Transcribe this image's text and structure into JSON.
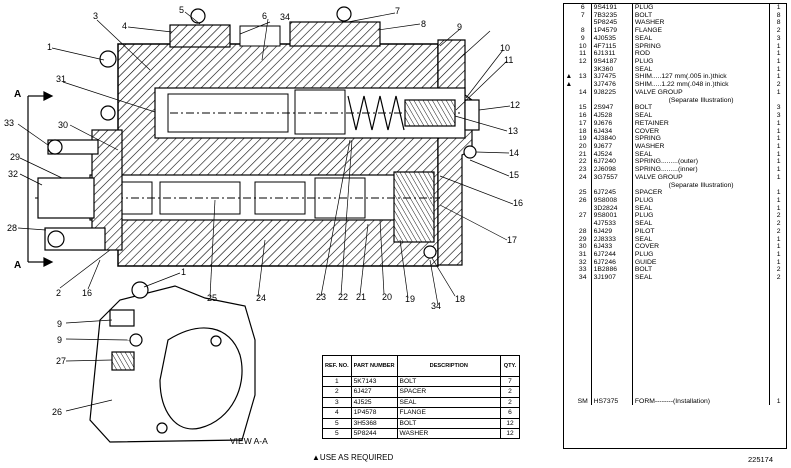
{
  "section_label": "A",
  "view_label": "VIEW A-A",
  "callouts": [
    "1",
    "2",
    "3",
    "4",
    "5",
    "6",
    "7",
    "8",
    "9",
    "10",
    "11",
    "12",
    "13",
    "14",
    "15",
    "16",
    "17",
    "18",
    "19",
    "20",
    "21",
    "22",
    "23",
    "24",
    "25",
    "26",
    "27",
    "28",
    "29",
    "30",
    "31",
    "32",
    "33",
    "34"
  ],
  "small_table": {
    "headers": [
      "REF. NO.",
      "PART NUMBER",
      "DESCRIPTION",
      "QTY."
    ],
    "rows": [
      [
        "1",
        "5K7143",
        "BOLT",
        "7"
      ],
      [
        "2",
        "6J427",
        "SPACER",
        "2"
      ],
      [
        "3",
        "4J525",
        "SEAL",
        "2"
      ],
      [
        "4",
        "1P4578",
        "FLANGE",
        "6"
      ],
      [
        "5",
        "3H5368",
        "BOLT",
        "12"
      ],
      [
        "5",
        "5P8244",
        "WASHER",
        "12"
      ]
    ]
  },
  "main_table": {
    "rows": [
      {
        "mark": "",
        "ref": "6",
        "part": "9S4191",
        "desc": "PLUG",
        "qty": "1"
      },
      {
        "mark": "",
        "ref": "7",
        "part": "7B3235",
        "desc": "BOLT",
        "qty": "8"
      },
      {
        "mark": "",
        "ref": "",
        "part": "5P8245",
        "desc": "WASHER",
        "qty": "8"
      },
      {
        "mark": "",
        "ref": "8",
        "part": "1P4579",
        "desc": "FLANGE",
        "qty": "2"
      },
      {
        "mark": "",
        "ref": "9",
        "part": "4J0535",
        "desc": "SEAL",
        "qty": "3"
      },
      {
        "mark": "",
        "ref": "10",
        "part": "4F7115",
        "desc": "SPRING",
        "qty": "1"
      },
      {
        "mark": "",
        "ref": "11",
        "part": "6J1311",
        "desc": "ROD",
        "qty": "1"
      },
      {
        "mark": "",
        "ref": "12",
        "part": "9S4187",
        "desc": "PLUG",
        "qty": "1"
      },
      {
        "mark": "",
        "ref": "",
        "part": "3K360",
        "desc": "SEAL",
        "qty": "1"
      },
      {
        "mark": "▲",
        "ref": "13",
        "part": "3J7475",
        "desc": "SHIM.....127 mm(.005 in.)thick",
        "qty": "1"
      },
      {
        "mark": "▲",
        "ref": "",
        "part": "3J7476",
        "desc": "SHIM.....1.22 mm(.048 in.)thick",
        "qty": "2"
      },
      {
        "mark": "",
        "ref": "14",
        "part": "9J8225",
        "desc": "VALVE GROUP",
        "qty": "1"
      },
      {
        "mark": "",
        "ref": "",
        "part": "",
        "desc": "(Separate Illustration)",
        "qty": "",
        "note": true
      },
      {
        "mark": "",
        "ref": "15",
        "part": "2S947",
        "desc": "BOLT",
        "qty": "3"
      },
      {
        "mark": "",
        "ref": "16",
        "part": "4J528",
        "desc": "SEAL",
        "qty": "3"
      },
      {
        "mark": "",
        "ref": "17",
        "part": "9J676",
        "desc": "RETAINER",
        "qty": "1"
      },
      {
        "mark": "",
        "ref": "18",
        "part": "6J434",
        "desc": "COVER",
        "qty": "1"
      },
      {
        "mark": "",
        "ref": "19",
        "part": "4J3840",
        "desc": "SPRING",
        "qty": "1"
      },
      {
        "mark": "",
        "ref": "20",
        "part": "9J677",
        "desc": "WASHER",
        "qty": "1"
      },
      {
        "mark": "",
        "ref": "21",
        "part": "4J524",
        "desc": "SEAL",
        "qty": "1"
      },
      {
        "mark": "",
        "ref": "22",
        "part": "6J7240",
        "desc": "SPRING.........(outer)",
        "qty": "1"
      },
      {
        "mark": "",
        "ref": "23",
        "part": "2J6098",
        "desc": "SPRING.........(inner)",
        "qty": "1"
      },
      {
        "mark": "",
        "ref": "24",
        "part": "3G7557",
        "desc": "VALVE GROUP",
        "qty": "1"
      },
      {
        "mark": "",
        "ref": "",
        "part": "",
        "desc": "(Separate Illustration)",
        "qty": "",
        "note": true
      },
      {
        "mark": "",
        "ref": "25",
        "part": "6J7245",
        "desc": "SPACER",
        "qty": "1"
      },
      {
        "mark": "",
        "ref": "26",
        "part": "9S8008",
        "desc": "PLUG",
        "qty": "1"
      },
      {
        "mark": "",
        "ref": "",
        "part": "3D2824",
        "desc": "SEAL",
        "qty": "1"
      },
      {
        "mark": "",
        "ref": "27",
        "part": "9S8001",
        "desc": "PLUG",
        "qty": "2"
      },
      {
        "mark": "",
        "ref": "",
        "part": "4J7533",
        "desc": "SEAL",
        "qty": "2"
      },
      {
        "mark": "",
        "ref": "28",
        "part": "6J429",
        "desc": "PILOT",
        "qty": "2"
      },
      {
        "mark": "",
        "ref": "29",
        "part": "2J8333",
        "desc": "SEAL",
        "qty": "1"
      },
      {
        "mark": "",
        "ref": "30",
        "part": "6J433",
        "desc": "COVER",
        "qty": "1"
      },
      {
        "mark": "",
        "ref": "31",
        "part": "6J7244",
        "desc": "PLUG",
        "qty": "1"
      },
      {
        "mark": "",
        "ref": "32",
        "part": "6J7246",
        "desc": "GUIDE",
        "qty": "1"
      },
      {
        "mark": "",
        "ref": "33",
        "part": "1B2886",
        "desc": "BOLT",
        "qty": "2"
      },
      {
        "mark": "",
        "ref": "34",
        "part": "3J1907",
        "desc": "SEAL",
        "qty": "2"
      },
      {
        "mark": "",
        "ref": "",
        "part": "",
        "desc": "",
        "qty": ""
      },
      {
        "mark": "",
        "ref": "",
        "part": "",
        "desc": "",
        "qty": ""
      },
      {
        "mark": "",
        "ref": "",
        "part": "",
        "desc": "",
        "qty": ""
      },
      {
        "mark": "",
        "ref": "",
        "part": "",
        "desc": "",
        "qty": ""
      },
      {
        "mark": "",
        "ref": "",
        "part": "",
        "desc": "",
        "qty": ""
      },
      {
        "mark": "",
        "ref": "",
        "part": "",
        "desc": "",
        "qty": ""
      },
      {
        "mark": "",
        "ref": "",
        "part": "",
        "desc": "",
        "qty": ""
      },
      {
        "mark": "",
        "ref": "",
        "part": "",
        "desc": "",
        "qty": ""
      },
      {
        "mark": "",
        "ref": "",
        "part": "",
        "desc": "",
        "qty": ""
      },
      {
        "mark": "",
        "ref": "",
        "part": "",
        "desc": "",
        "qty": ""
      },
      {
        "mark": "",
        "ref": "",
        "part": "",
        "desc": "",
        "qty": ""
      },
      {
        "mark": "",
        "ref": "",
        "part": "",
        "desc": "",
        "qty": ""
      },
      {
        "mark": "",
        "ref": "",
        "part": "",
        "desc": "",
        "qty": ""
      },
      {
        "mark": "",
        "ref": "",
        "part": "",
        "desc": "",
        "qty": ""
      },
      {
        "mark": "",
        "ref": "",
        "part": "",
        "desc": "",
        "qty": ""
      },
      {
        "mark": "",
        "ref": "SM",
        "part": "HS7375",
        "desc": "FORM--------(Installation)",
        "qty": "1"
      }
    ]
  },
  "footnote": "▲USE AS REQUIRED",
  "doc_number": "225174"
}
